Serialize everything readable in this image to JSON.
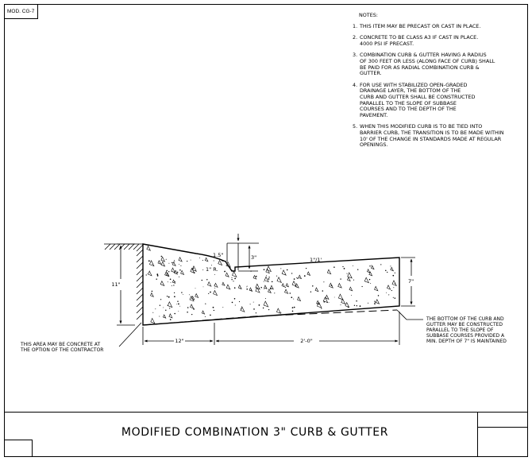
{
  "sheet": {
    "mod_tag": "MOD. CG-7",
    "title": "MODIFIED COMBINATION 3\" CURB & GUTTER"
  },
  "notes": {
    "heading": "NOTES:",
    "items": [
      {
        "num": "1.",
        "text": "THIS ITEM MAY BE PRECAST OR CAST IN PLACE."
      },
      {
        "num": "2.",
        "text": "CONCRETE TO BE CLASS A3 IF CAST IN PLACE.\n4000 PSI IF PRECAST."
      },
      {
        "num": "3.",
        "text": "COMBINATION CURB & GUTTER HAVING A RADIUS\nOF 300 FEET OR LESS (ALONG FACE OF CURB) SHALL\nBE PAID FOR AS RADIAL  COMBINATION CURB &\nGUTTER."
      },
      {
        "num": "4.",
        "text": "FOR USE WITH STABILIZED OPEN-GRADED\nDRAINAGE LAYER, THE BOTTOM OF THE\nCURB AND GUTTER SHALL BE CONSTRUCTED\nPARALLEL TO THE SLOPE OF SUBBASE\nCOURSES AND TO THE DEPTH OF THE\nPAVEMENT."
      },
      {
        "num": "5.",
        "text": "WHEN THIS MODIFIED CURB IS TO BE TIED INTO\nBARRIER CURB, THE TRANSITION IS TO BE MADE WITHIN\n10' OF THE CHANGE IN STANDARDS MADE AT REGULAR\nOPENINGS."
      }
    ]
  },
  "drawing": {
    "dim_curb_height": "11\"",
    "dim_setback": "1.5\"",
    "dim_reveal": "3\"",
    "radius_label": "1\" R.",
    "slope_label": "1\"/1'",
    "dim_gutter_depth": "7\"",
    "dim_curb_width": "12\"",
    "dim_gutter_width": "2'-0\"",
    "note_left": [
      "THIS AREA MAY BE CONCRETE AT",
      "THE OPTION OF THE CONTRACTOR"
    ],
    "note_right": [
      "THE BOTTOM OF THE CURB AND",
      "GUTTER MAY BE CONSTRUCTED",
      "PARALLEL TO THE SLOPE OF",
      "SUBBASE COURSES PROVIDED A",
      "MIN. DEPTH OF 7\" IS MAINTAINED"
    ]
  }
}
